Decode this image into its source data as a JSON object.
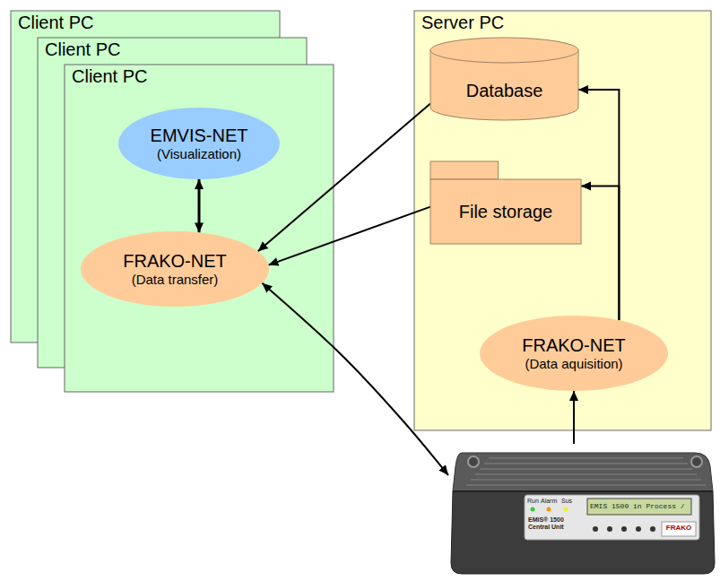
{
  "diagram": {
    "nodes": [
      {
        "text": [
          "Client PC"
        ]
      },
      {
        "text": [
          "Client PC"
        ]
      },
      {
        "text": [
          "Client PC"
        ]
      },
      {
        "text": [
          "EMVIS-NET",
          "(Visualization)"
        ],
        "in": 2
      },
      {
        "text": [
          "FRAKO-NET",
          "(Data transfer)"
        ],
        "in": 2
      },
      {
        "text": [
          "Server PC"
        ]
      },
      {
        "text": [
          "Database"
        ],
        "in": 5
      },
      {
        "text": [
          "File storage"
        ],
        "in": 5
      },
      {
        "text": [
          "FRAKO-NET",
          "(Data aquisition)"
        ],
        "in": 5
      },
      {
        "text": [
          "EMIS 1500 in Process /"
        ]
      }
    ],
    "edges": [
      {
        "from": 3,
        "to": 4,
        "arrow": "both"
      },
      {
        "from": 6,
        "to": 4,
        "arrow": "to"
      },
      {
        "from": 7,
        "to": 4,
        "arrow": "to"
      },
      {
        "from": 4,
        "to": 9,
        "arrow": "both"
      },
      {
        "from": 9,
        "to": 8,
        "arrow": "to"
      },
      {
        "from": 8,
        "to": 6,
        "arrow": "to"
      },
      {
        "from": 8,
        "to": 7,
        "arrow": "to"
      }
    ],
    "labels": [
      "Run",
      "Alarm",
      "Sus",
      "EMIS® 1500 Central Unit",
      "FRAKO"
    ]
  }
}
